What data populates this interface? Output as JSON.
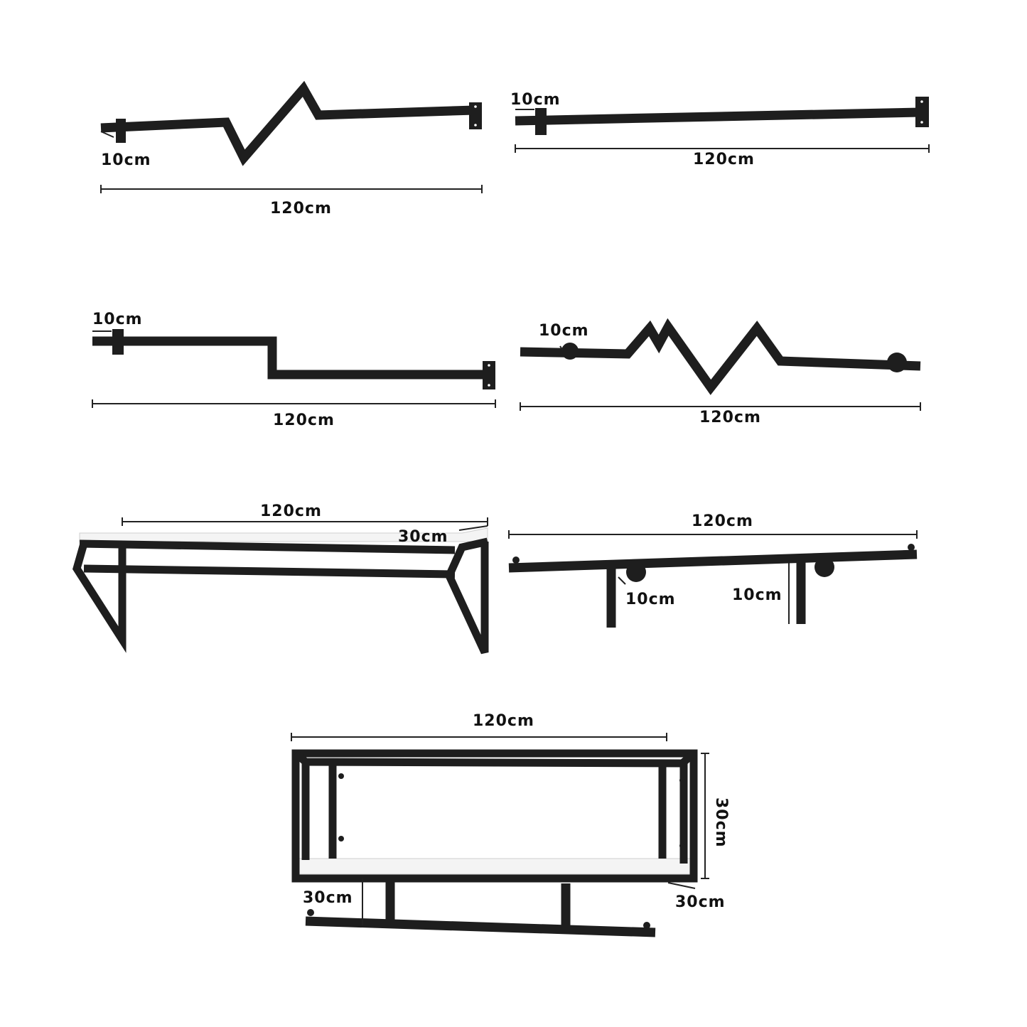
{
  "diagrams": [
    {
      "id": "zigzag-rail",
      "width_label": "120cm",
      "depth_label": "10cm"
    },
    {
      "id": "straight-rail",
      "width_label": "120cm",
      "depth_label": "10cm"
    },
    {
      "id": "step-rail",
      "width_label": "120cm",
      "depth_label": "10cm"
    },
    {
      "id": "double-zigzag-rail",
      "width_label": "120cm",
      "depth_label": "10cm"
    },
    {
      "id": "shelf-with-rail",
      "width_label": "120cm",
      "depth_label": "30cm"
    },
    {
      "id": "bar-with-posts",
      "width_label": "120cm",
      "left_post_label": "10cm",
      "right_post_label": "10cm"
    },
    {
      "id": "box-shelf-with-rail",
      "width_label": "120cm",
      "height_label": "30cm",
      "depth_label": "30cm",
      "rail_drop_label": "30cm"
    }
  ],
  "colors": {
    "metal": "#1e1e1e",
    "board": "#f4f4f4",
    "dimension_line": "#222222"
  }
}
